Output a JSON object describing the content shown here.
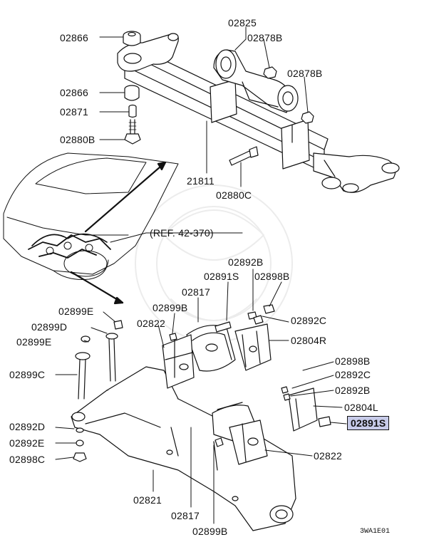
{
  "diagram": {
    "reference": "(REF. 42-370)",
    "drawing_code": "3WA1E01",
    "highlight_color": "#c7cbe9",
    "parts": {
      "p02866a": "02866",
      "p02866b": "02866",
      "p02871": "02871",
      "p02880b": "02880B",
      "p02825": "02825",
      "p02878b_1": "02878B",
      "p02878b_2": "02878B",
      "p21811": "21811",
      "p02880c": "02880C",
      "p02892b_1": "02892B",
      "p02891s_1": "02891S",
      "p02898b_1": "02898B",
      "p02817_1": "02817",
      "p02899e_1": "02899E",
      "p02899b_1": "02899B",
      "p02892c_1": "02892C",
      "p02899d": "02899D",
      "p02822_1": "02822",
      "p02899e_2": "02899E",
      "p02804r": "02804R",
      "p02898b_2": "02898B",
      "p02899c": "02899C",
      "p02892c_2": "02892C",
      "p02892b_2": "02892B",
      "p02804l": "02804L",
      "p02892d": "02892D",
      "p02891s_2": "02891S",
      "p02892e": "02892E",
      "p02898c": "02898C",
      "p02822_2": "02822",
      "p02821": "02821",
      "p02817_2": "02817",
      "p02899b_2": "02899B"
    }
  }
}
